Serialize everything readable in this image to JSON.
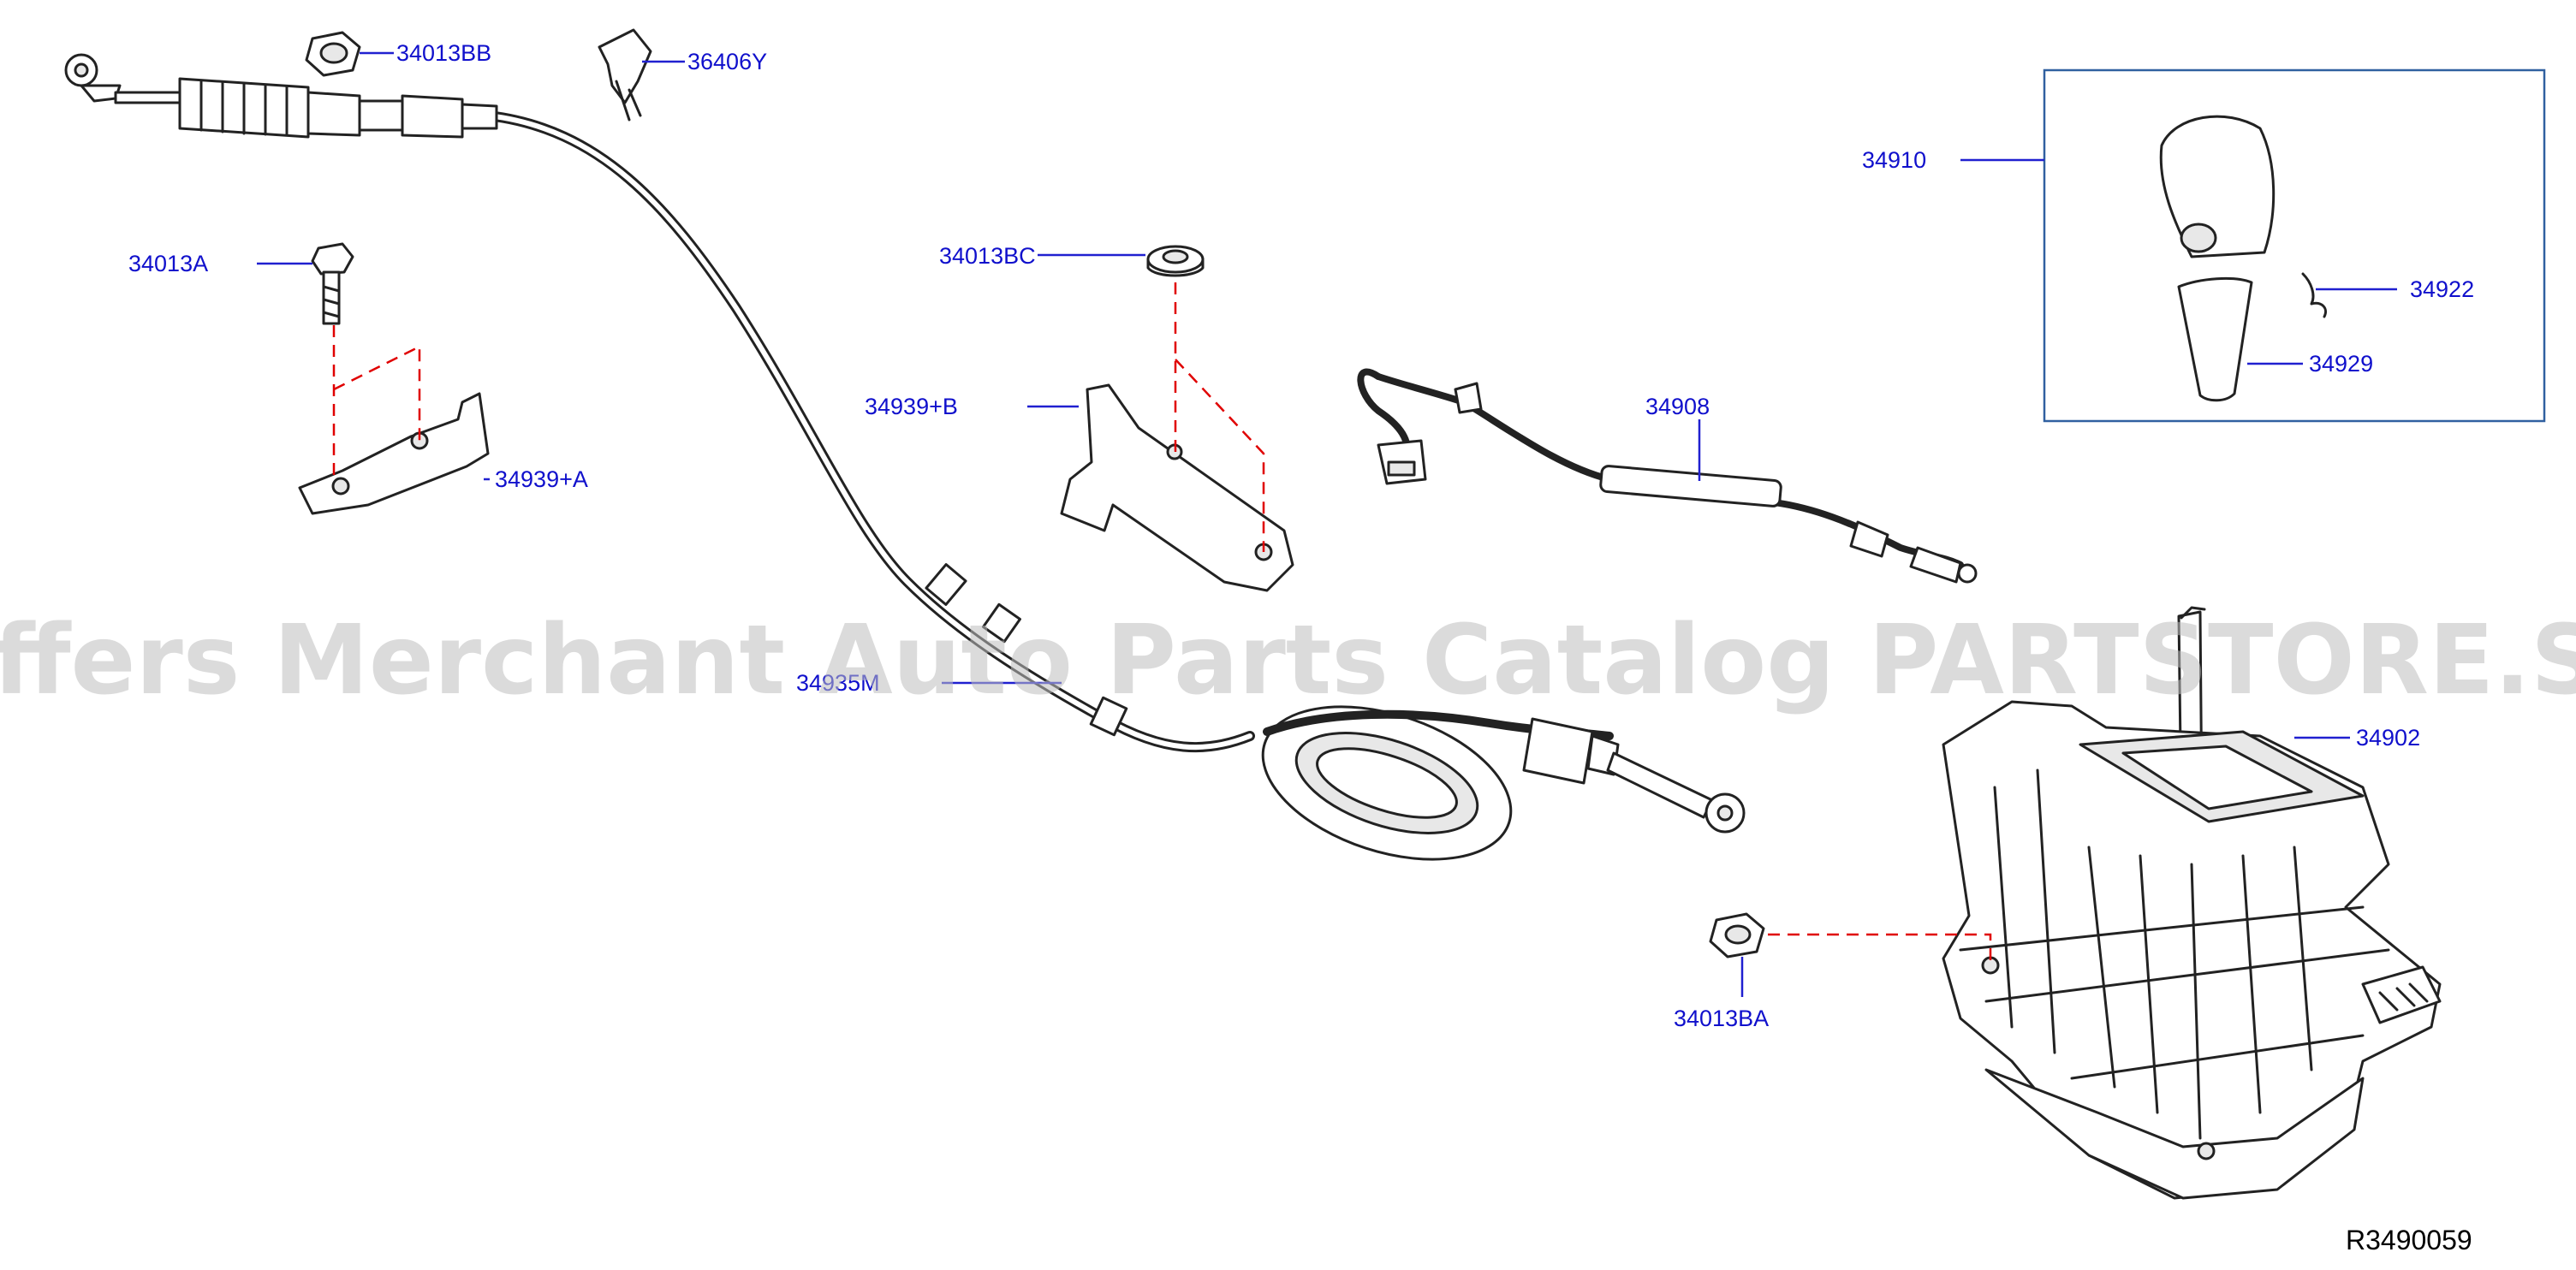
{
  "diagram": {
    "reference_code": "R3490059",
    "watermark": "Offers Merchant Auto Parts Catalog PARTSTORE.SA",
    "colors": {
      "callout_text": "#1010cc",
      "leader_line": "#2020d0",
      "dashed_guide": "#e00000",
      "kit_box": "#3060a0",
      "watermark": "#bdbdbd"
    },
    "callouts": {
      "p34013BB": "34013BB",
      "p36406Y": "36406Y",
      "p34013A": "34013A",
      "p34939A": "34939+A",
      "p34013BC": "34013BC",
      "p34939B": "34939+B",
      "p34935M": "34935M",
      "p34908": "34908",
      "p34910": "34910",
      "p34922": "34922",
      "p34929": "34929",
      "p34902": "34902",
      "p34013BA": "34013BA"
    }
  }
}
